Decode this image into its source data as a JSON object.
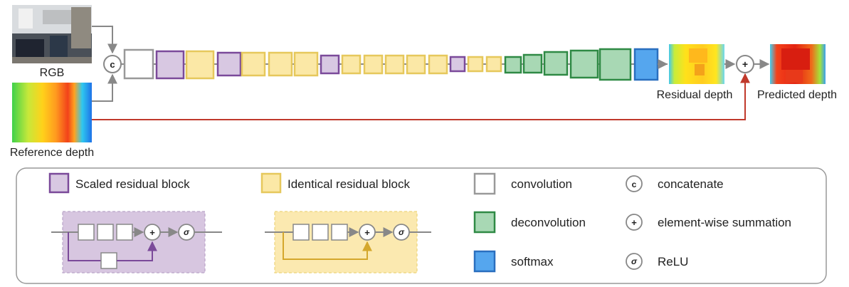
{
  "inputs": {
    "rgb_label": "RGB",
    "reference_depth_label": "Reference depth"
  },
  "outputs": {
    "residual_depth_label": "Residual depth",
    "predicted_depth_label": "Predicted depth"
  },
  "symbols": {
    "concat": "c",
    "sum": "+",
    "relu": "σ"
  },
  "legend": {
    "scaled_residual_block": "Scaled residual block",
    "identical_residual_block": "Identical residual block",
    "convolution": "convolution",
    "deconvolution": "deconvolution",
    "softmax": "softmax",
    "concatenate": "concatenate",
    "element_wise_summation": "element-wise summation",
    "relu": "ReLU"
  },
  "colors": {
    "purple_fill": "#d8c8e2",
    "purple_stroke": "#7b4a9a",
    "yellow_fill": "#fbe8a6",
    "yellow_stroke": "#e6c85c",
    "green_fill": "#a8d8b4",
    "green_stroke": "#2f8a45",
    "blue_fill": "#55a6ee",
    "blue_stroke": "#2a6fbf",
    "white_stroke": "#999999",
    "arrow_gray": "#888888",
    "arrow_red": "#c0392b",
    "legend_purple_bg": "#d7c6e0",
    "legend_yellow_bg": "#fbe9b0"
  },
  "network_blocks": [
    "conv",
    "scaled",
    "identical",
    "scaled",
    "identical",
    "identical",
    "identical",
    "scaled",
    "identical",
    "identical",
    "identical",
    "identical",
    "scaled",
    "identical",
    "identical",
    "deconv",
    "deconv",
    "deconv",
    "deconv",
    "deconv",
    "softmax"
  ]
}
